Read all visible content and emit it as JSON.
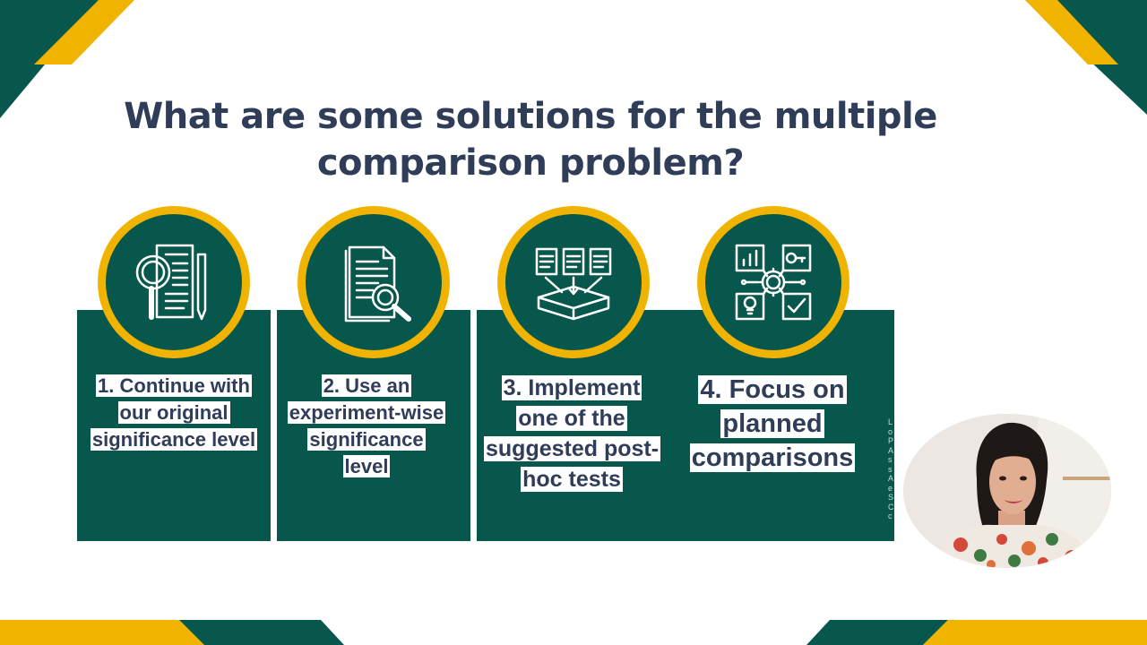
{
  "slide": {
    "title_line1": "What are some solutions for the multiple",
    "title_line2": "comparison problem?",
    "cards": [
      {
        "label": "1. Continue with our original significance level",
        "icon": "research-document-magnifier-icon"
      },
      {
        "label": "2. Use an experiment-wise significance level",
        "icon": "document-search-icon"
      },
      {
        "label": "3. Implement one of the suggested post-hoc tests",
        "icon": "documents-into-box-icon"
      },
      {
        "label": "4. Focus on planned comparisons",
        "icon": "planning-gear-grid-icon"
      }
    ],
    "side_text": "LoPAssAeSCc"
  },
  "colors": {
    "teal": "#07574c",
    "gold": "#f0b400",
    "title": "#2f3d58",
    "background": "#ffffff"
  },
  "presenter": {
    "icon": "presenter-video-thumbnail"
  }
}
